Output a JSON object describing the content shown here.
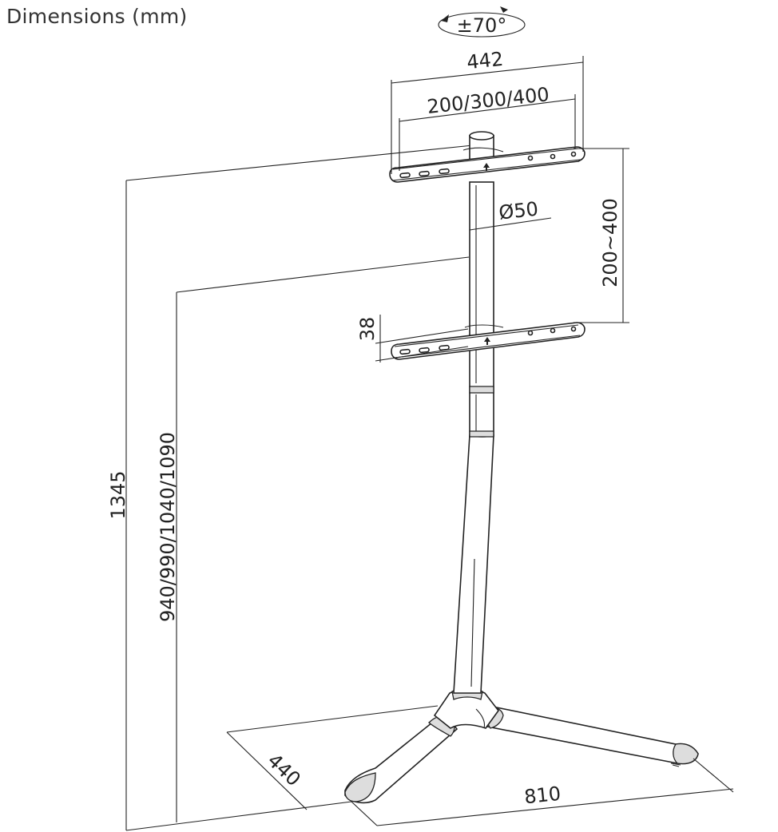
{
  "title": "Dimensions (mm)",
  "labels": {
    "rotation": "±70°",
    "bracket_width": "442",
    "vesa": "200/300/400",
    "pole_diameter": "Ø50",
    "bracket_spacing": "200~400",
    "bracket_height": "38",
    "total_height": "1345",
    "center_heights": "940/990/1040/1090",
    "base_depth": "440",
    "base_width": "810"
  },
  "colors": {
    "line": "#222222",
    "shade": "#dddddd",
    "text": "#333333"
  }
}
